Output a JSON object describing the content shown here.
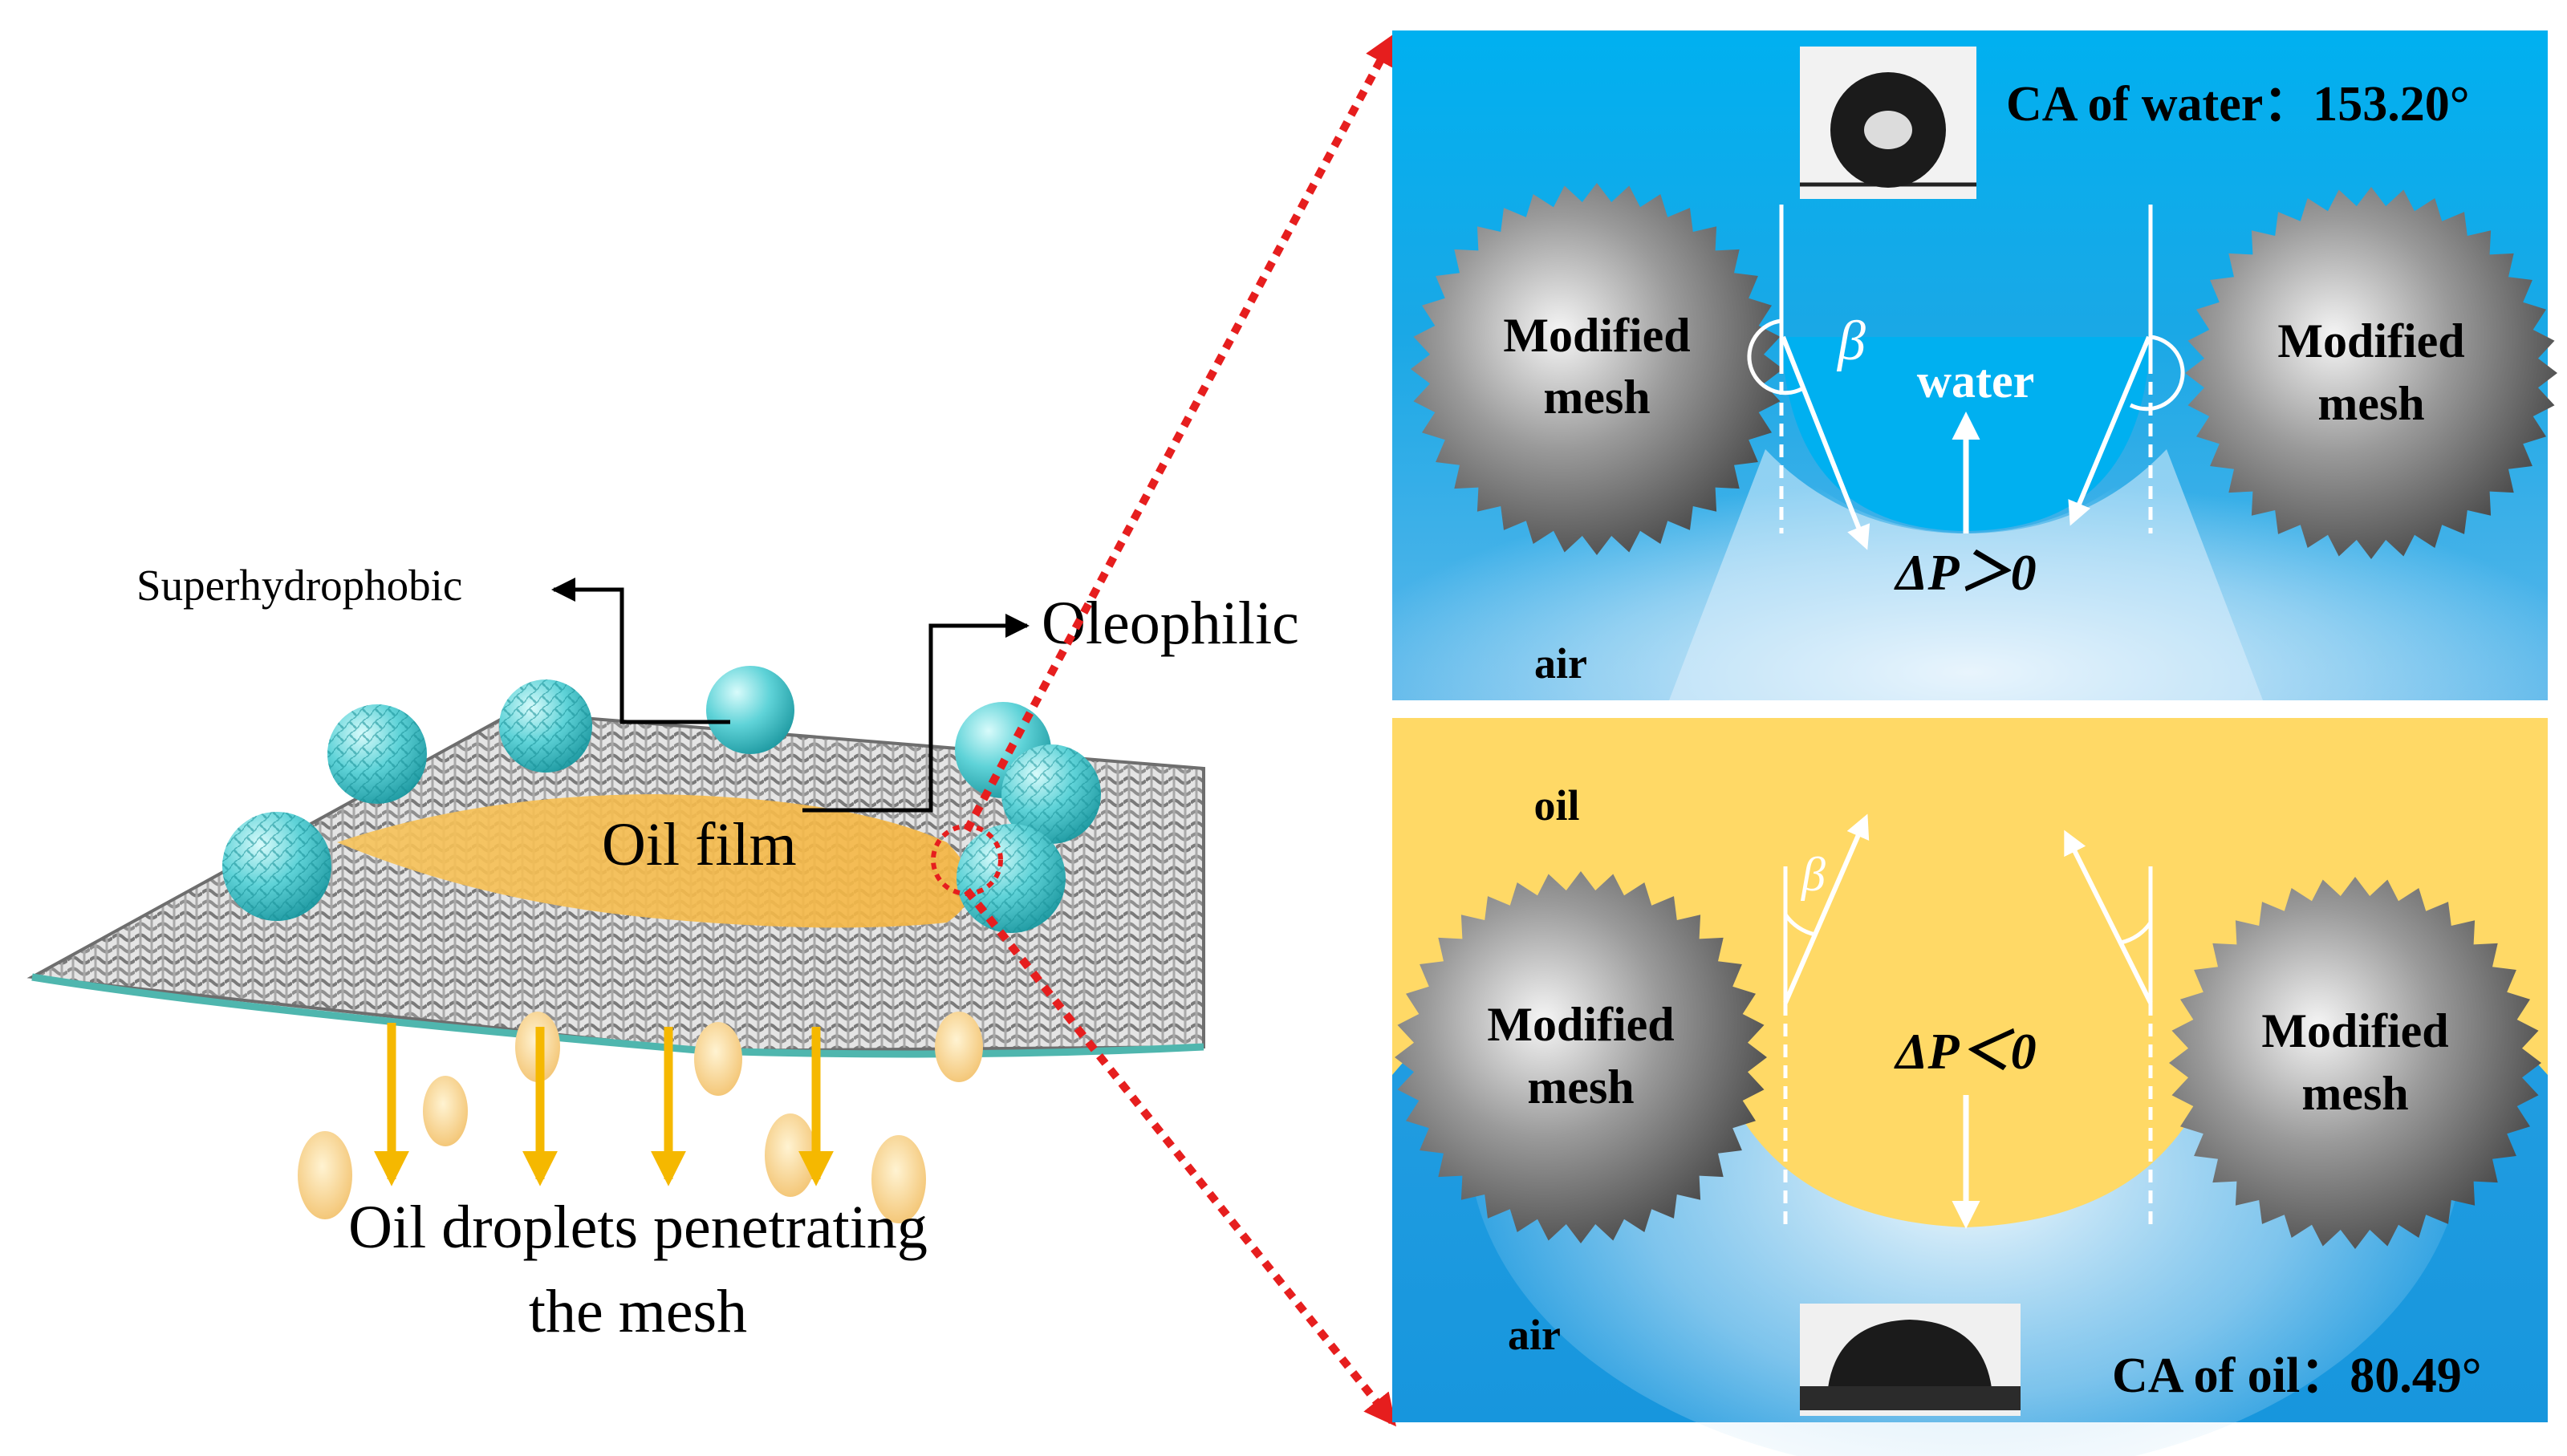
{
  "left": {
    "superhydrophobic": "Superhydrophobic",
    "oleophilic": "Oleophilic",
    "oil_film": "Oil film",
    "droplets_line1": "Oil droplets penetrating",
    "droplets_line2": "the mesh"
  },
  "top_panel": {
    "ca_label": "CA of water：153.20°",
    "mesh_left_line1": "Modified",
    "mesh_left_line2": "mesh",
    "mesh_right_line1": "Modified",
    "mesh_right_line2": "mesh",
    "liquid": "water",
    "angle": "β",
    "pressure": "ΔP＞0",
    "medium": "air"
  },
  "bottom_panel": {
    "ca_label": "CA of oil：80.49°",
    "mesh_left_line1": "Modified",
    "mesh_left_line2": "mesh",
    "mesh_right_line1": "Modified",
    "mesh_right_line2": "mesh",
    "liquid": "oil",
    "angle": "β",
    "pressure": "ΔP＜0",
    "medium": "air"
  },
  "colors": {
    "water_blue": "#00b0f0",
    "oil_yellow": "#ffd966",
    "mesh_gray": "#8a8a8a",
    "sphere_teal": "#5fd3d8",
    "arrow_orange": "#f5b800",
    "dotted_red": "#e61e1e"
  }
}
